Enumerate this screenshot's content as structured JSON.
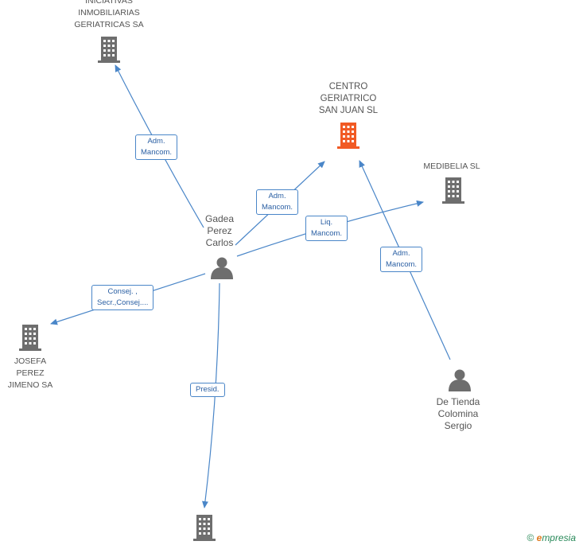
{
  "colors": {
    "edge": "#4a86c8",
    "node_gray": "#6e6e6e",
    "node_focus": "#f15a24"
  },
  "nodes": {
    "iniciativas": {
      "label_lines": [
        "INICIATIVAS",
        "INMOBILIARIAS",
        "GERIATRICAS SA"
      ],
      "icon": "building-icon"
    },
    "centro": {
      "label_lines": [
        "CENTRO",
        "GERIATRICO",
        "SAN JUAN SL"
      ],
      "icon": "building-icon",
      "highlight": true
    },
    "medibelia": {
      "label_lines": [
        "MEDIBELIA SL"
      ],
      "icon": "building-icon"
    },
    "gadea": {
      "label_lines": [
        "Gadea",
        "Perez",
        "Carlos"
      ],
      "icon": "person-icon"
    },
    "josefa": {
      "label_lines": [
        "JOSEFA",
        "PEREZ",
        "JIMENO SA"
      ],
      "icon": "building-icon"
    },
    "detienda": {
      "label_lines": [
        "De Tienda",
        "Colomina",
        "Sergio"
      ],
      "icon": "person-icon"
    },
    "bottom": {
      "label_lines": [],
      "icon": "building-icon"
    }
  },
  "relations": {
    "r1": {
      "lines": [
        "Adm.",
        "Mancom."
      ]
    },
    "r2": {
      "lines": [
        "Adm.",
        "Mancom."
      ]
    },
    "r3": {
      "lines": [
        "Liq.",
        "Mancom."
      ]
    },
    "r4": {
      "lines": [
        "Adm.",
        "Mancom."
      ]
    },
    "r5": {
      "lines": [
        "Consej. ,",
        "Secr.,Consej...."
      ]
    },
    "r6": {
      "lines": [
        "Presid."
      ]
    }
  },
  "footer": {
    "copyright": "©",
    "brand_e": "e",
    "brand_rest": "mpresia"
  }
}
